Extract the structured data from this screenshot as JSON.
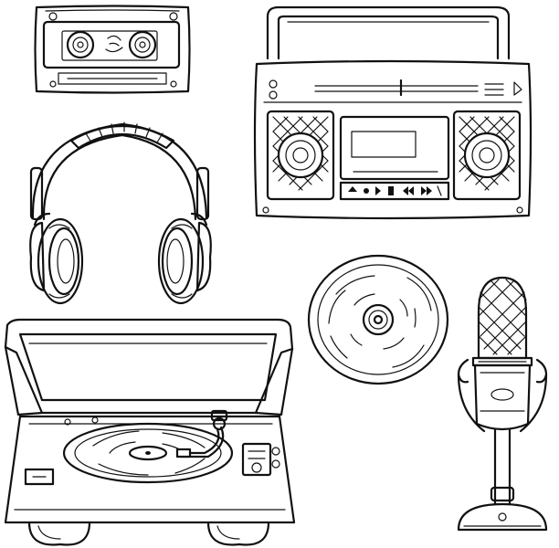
{
  "illustration": {
    "style": "black-and-white hand-drawn line art",
    "ink_color": "#111111",
    "background_color": "#ffffff",
    "objects": [
      {
        "name": "cassette-tape",
        "icon": "cassette-icon"
      },
      {
        "name": "boombox",
        "icon": "boombox-icon"
      },
      {
        "name": "headphones",
        "icon": "headphones-icon"
      },
      {
        "name": "compact-disc",
        "icon": "cd-icon"
      },
      {
        "name": "microphone",
        "icon": "microphone-icon"
      },
      {
        "name": "turntable",
        "icon": "turntable-icon"
      }
    ]
  }
}
